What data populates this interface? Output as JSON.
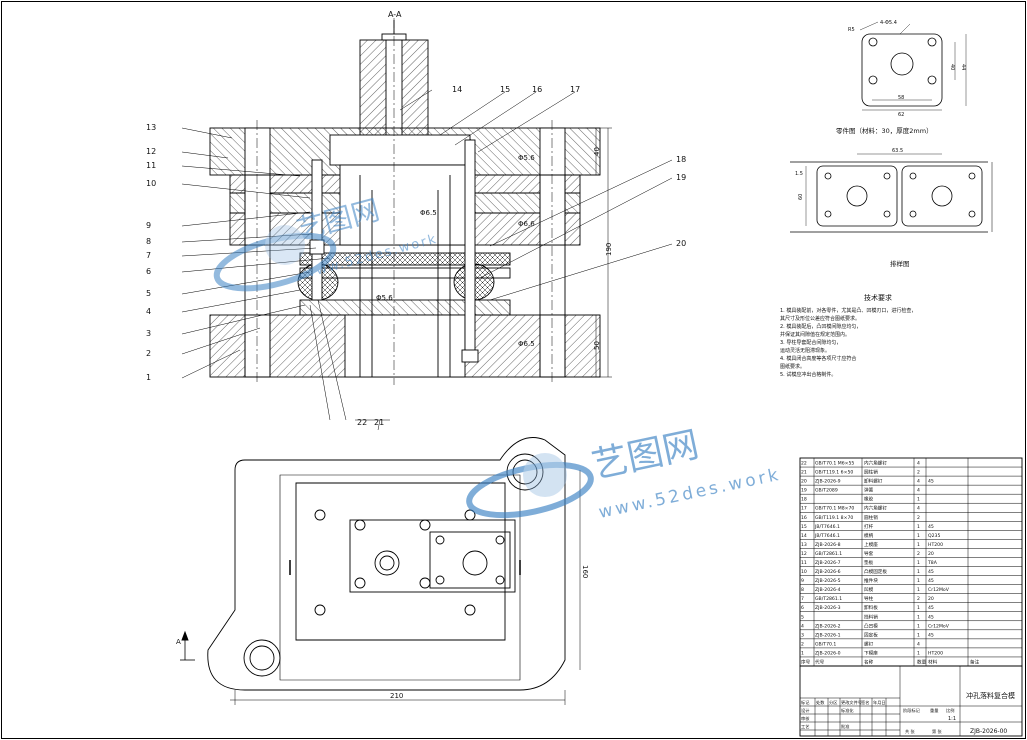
{
  "part_numbers": [
    "1",
    "2",
    "3",
    "4",
    "5",
    "6",
    "7",
    "8",
    "9",
    "10",
    "11",
    "12",
    "13",
    "14",
    "15",
    "16",
    "17",
    "18",
    "19",
    "20",
    "21",
    "22"
  ],
  "dims": {
    "total_height": "190",
    "top_plate": "40",
    "bottom_plate": "50",
    "plan_width": "210",
    "plan_height": "160",
    "ph1": "Φ5.6",
    "ph2": "Φ6.6",
    "ph3": "Φ6.5",
    "ph4": "Φ5.6",
    "ph5": "Φ6.5",
    "part_width": "58",
    "part_total": "62",
    "part_h1": "40",
    "part_h2": "44",
    "part_holes": "4-Φ5.4",
    "part_r": "R5",
    "strip_pitch": "63.5",
    "strip_width": "60",
    "strip_edge": "1.5"
  },
  "labels": {
    "part_drawing": "零件图（材料：30，厚度2mm）",
    "strip_layout": "排样图",
    "tech_req_title": "技术要求",
    "tech_req_lines": [
      "1. 模具装配前，对各零件，尤其是凸、凹模刃口，进行检查，",
      "   其尺寸及形位公差应符合图纸要求。",
      "2. 模具装配后，凸凹模间隙应均匀，",
      "   并保证其间隙值在规定范围内。",
      "3. 导柱导套配合间隙均匀，",
      "   运动灵活无阻滞现象。",
      "4. 模具闭合高度等各项尺寸应符合",
      "   图纸要求。",
      "5. 试模应冲出合格制件。"
    ],
    "section_mark": "A-A",
    "view_arrow": "A"
  },
  "bom": {
    "rows": [
      {
        "no": "22",
        "code": "GB/T70.1 M6×55",
        "name": "内六角螺钉",
        "qty": "4",
        "mat": "",
        "note": ""
      },
      {
        "no": "21",
        "code": "GB/T119.1 6×50",
        "name": "圆柱销",
        "qty": "2",
        "mat": "",
        "note": ""
      },
      {
        "no": "20",
        "code": "ZJB-2026-9",
        "name": "卸料螺钉",
        "qty": "4",
        "mat": "45",
        "note": ""
      },
      {
        "no": "19",
        "code": "GB/T2089",
        "name": "弹簧",
        "qty": "4",
        "mat": "",
        "note": ""
      },
      {
        "no": "18",
        "code": "",
        "name": "橡胶",
        "qty": "1",
        "mat": "",
        "note": ""
      },
      {
        "no": "17",
        "code": "GB/T70.1 M8×70",
        "name": "内六角螺钉",
        "qty": "4",
        "mat": "",
        "note": ""
      },
      {
        "no": "16",
        "code": "GB/T119.1 8×70",
        "name": "圆柱销",
        "qty": "2",
        "mat": "",
        "note": ""
      },
      {
        "no": "15",
        "code": "JB/T7646.1",
        "name": "打杆",
        "qty": "1",
        "mat": "45",
        "note": ""
      },
      {
        "no": "14",
        "code": "JB/T7646.1",
        "name": "模柄",
        "qty": "1",
        "mat": "Q235",
        "note": ""
      },
      {
        "no": "13",
        "code": "ZJB-2026-8",
        "name": "上模座",
        "qty": "1",
        "mat": "HT200",
        "note": ""
      },
      {
        "no": "12",
        "code": "GB/T2861.1",
        "name": "导套",
        "qty": "2",
        "mat": "20",
        "note": ""
      },
      {
        "no": "11",
        "code": "ZJB-2026-7",
        "name": "垫板",
        "qty": "1",
        "mat": "T8A",
        "note": ""
      },
      {
        "no": "10",
        "code": "ZJB-2026-6",
        "name": "凸模固定板",
        "qty": "1",
        "mat": "45",
        "note": ""
      },
      {
        "no": "9",
        "code": "ZJB-2026-5",
        "name": "推件块",
        "qty": "1",
        "mat": "45",
        "note": ""
      },
      {
        "no": "8",
        "code": "ZJB-2026-4",
        "name": "凹模",
        "qty": "1",
        "mat": "Cr12MoV",
        "note": ""
      },
      {
        "no": "7",
        "code": "GB/T2861.1",
        "name": "导柱",
        "qty": "2",
        "mat": "20",
        "note": ""
      },
      {
        "no": "6",
        "code": "ZJB-2026-3",
        "name": "卸料板",
        "qty": "1",
        "mat": "45",
        "note": ""
      },
      {
        "no": "5",
        "code": "",
        "name": "挡料销",
        "qty": "1",
        "mat": "45",
        "note": ""
      },
      {
        "no": "4",
        "code": "ZJB-2026-2",
        "name": "凸凹模",
        "qty": "1",
        "mat": "Cr12MoV",
        "note": ""
      },
      {
        "no": "3",
        "code": "ZJB-2026-1",
        "name": "固定板",
        "qty": "1",
        "mat": "45",
        "note": ""
      },
      {
        "no": "2",
        "code": "GB/T70.1",
        "name": "螺钉",
        "qty": "4",
        "mat": "",
        "note": ""
      },
      {
        "no": "1",
        "code": "ZJB-2026-0",
        "name": "下模座",
        "qty": "1",
        "mat": "HT200",
        "note": ""
      }
    ],
    "header": {
      "no": "序号",
      "code": "代号",
      "name": "名称",
      "qty": "数量",
      "mat": "材料",
      "note": "备注"
    }
  },
  "title_block": {
    "title": "冲孔落料复合模",
    "drawing_no": "ZJB-2026-00",
    "scale": "1:1",
    "labels": [
      "标记",
      "处数",
      "分区",
      "更改文件号",
      "签名",
      "年月日",
      "设计",
      "标准化",
      "审核",
      "工艺",
      "批准",
      "阶段标记",
      "重量",
      "比例",
      "共 张",
      "第 张"
    ]
  },
  "watermark": {
    "brand": "艺图网",
    "url": "www.52des.work"
  }
}
